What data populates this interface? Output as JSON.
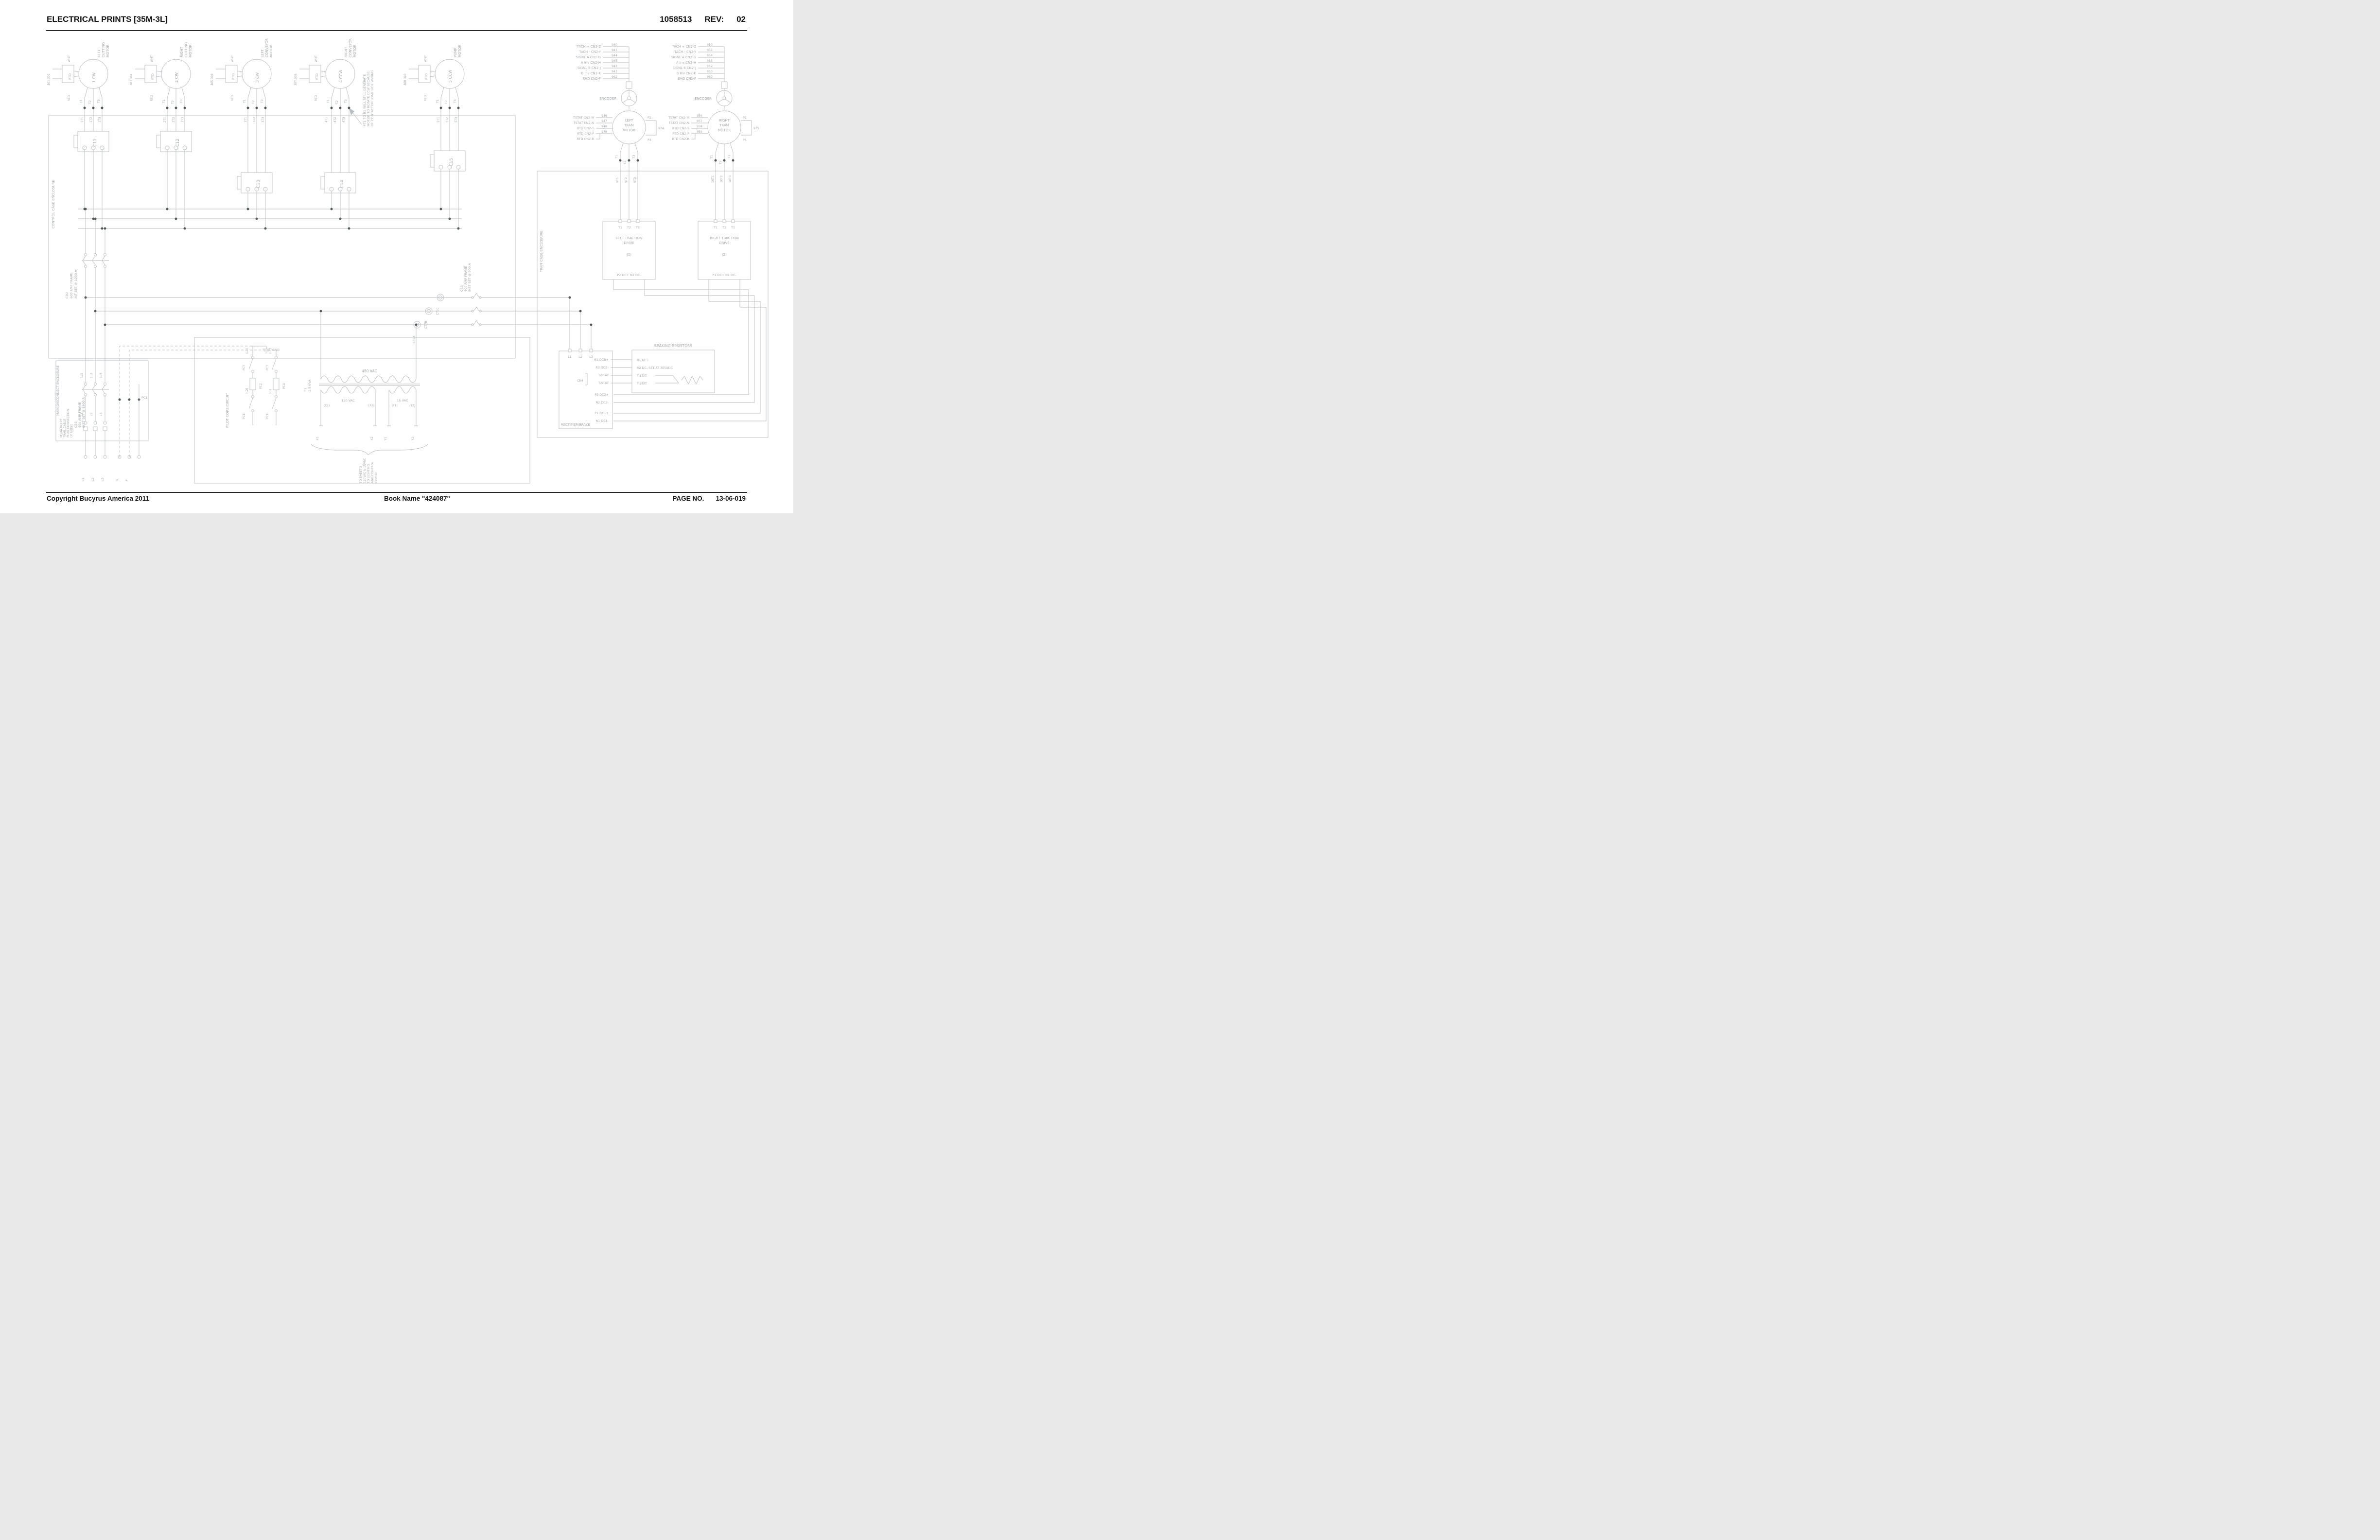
{
  "palette": {
    "line": "#b9bec2",
    "text": "#a6acb0",
    "ink": "#111111",
    "junction_dot": "#53585b",
    "paper": "#ffffff"
  },
  "header": {
    "title": "ELECTRICAL PRINTS [35M-3L]",
    "doc_number": "1058513",
    "rev_label": "REV:",
    "rev_value": "02"
  },
  "footer": {
    "copyright": "Copyright Bucyrus America 2011",
    "book_name": "Book Name \"424087\"",
    "page_label": "PAGE NO.",
    "page_number": "13-06-019"
  },
  "enclosures": {
    "control_case": "CONTROL CASE ENCLOSURE",
    "main_disconnect": "MAIN DISCONNECT ENCLOSURE",
    "tram_case": "TRAM CASE ENCLOSURE"
  },
  "motors": [
    {
      "name": [
        "LEFT",
        "CUTTING",
        "MOTOR"
      ],
      "rotation": "1 CW",
      "rtd": "RTD",
      "rtd_wires": "301 302",
      "white": "WHT",
      "red": "RED",
      "t1": "T1",
      "t2": "T2",
      "t3": "T3",
      "w1": "1T1",
      "w2": "1T2",
      "w3": "1T3"
    },
    {
      "name": [
        "RIGHT",
        "CUTTING",
        "MOTOR"
      ],
      "rotation": "2 CW",
      "rtd": "RTD",
      "rtd_wires": "303 304",
      "white": "WHT",
      "red": "RED",
      "t1": "T1",
      "t2": "T2",
      "t3": "T3",
      "w1": "2T1",
      "w2": "2T2",
      "w3": "2T3"
    },
    {
      "name": [
        "LEFT",
        "CONVEYOR",
        "MOTOR"
      ],
      "rotation": "3 CW",
      "rtd": "RTD",
      "rtd_wires": "305 306",
      "white": "WHT",
      "red": "RED",
      "t1": "T1",
      "t2": "T2",
      "t3": "T3",
      "w1": "3T1",
      "w2": "3T2",
      "w3": "3T3"
    },
    {
      "name": [
        "RIGHT",
        "CONVEYOR",
        "MOTOR"
      ],
      "rotation": "4 CCW",
      "rtd": "RTD",
      "rtd_wires": "307 308",
      "white": "WHT",
      "red": "RED",
      "t1": "T1",
      "t2": "T2",
      "t3": "T3",
      "w1": "4T1",
      "w2": "4T2",
      "w3": "4T3"
    },
    {
      "name": [
        "PUMP",
        "MOTOR"
      ],
      "rotation": "5 CCW",
      "rtd": "RTD",
      "rtd_wires": "309 310",
      "white": "WHT",
      "red": "RED",
      "t1": "T1",
      "t2": "T2",
      "t3": "T3",
      "w1": "5T1",
      "w2": "5T2",
      "w3": "5T3"
    }
  ],
  "contactors": {
    "c11": "C11",
    "c12": "C12",
    "c13": "C13",
    "c14": "C14",
    "c15": "C15"
  },
  "breakers": {
    "cb1": [
      "CB1",
      "900 AMP FRAME",
      "INST SET @ 1800 A"
    ],
    "cb2": [
      "CB2",
      "600 AMP FRAME",
      "INT SET @ 1200 A"
    ],
    "cb3": [
      "CB3",
      "400 AMP FRAME",
      "INST SET @ 800 A"
    ]
  },
  "cts": {
    "a": "CT7A",
    "b": "CT7B",
    "c": "CTLC"
  },
  "note_motor4": [
    "4T1 TO B1 WILL STILL GENERATE",
    "MOTOR TO ROTATE CCW BECAUSE",
    "OF CONTACTOR LOAD SIDE WIRING"
  ],
  "main_disconnect": {
    "top_wires": [
      "1L1",
      "1L2",
      "1L3"
    ],
    "mid_wires": [
      "L1",
      "L2",
      "L3"
    ],
    "bottom": [
      "L1",
      "L2",
      "L3",
      "G",
      "P"
    ],
    "pc1": "PC1",
    "note": [
      "MSHA RECPT",
      "TRAIL CABLE",
      "PLUG CONNECTION",
      "(IF USED)"
    ]
  },
  "pilot": {
    "label": "PILOT CORE CIRCUIT",
    "pct": "PCT",
    "pc2": "PC2",
    "pc3": "PC3",
    "t_g": "(G)",
    "t_l1": "(L1)",
    "t_l2": "(L2)",
    "t_l3": "(L3)",
    "gnd": "GND"
  },
  "transformer": {
    "id": [
      "T1",
      "1.5 KVA"
    ],
    "primary": "480 VAC",
    "sec1": "120 VAC",
    "sec2": "15 VAC",
    "x1p": "(X1)",
    "x2p": "(X2)",
    "y1p": "(Y1)",
    "y2p": "(Y2)",
    "x1": "X1",
    "x2": "X2",
    "y1": "Y1",
    "y2": "Y2",
    "note": [
      "TO SHEET 2",
      "120VAC & 15VAC",
      "TO LIGHTING",
      "AND CONTROL",
      "CIRCUIT"
    ]
  },
  "tram": {
    "encoder": "ENCODER",
    "signal_rows": [
      "TACH +  CN2-Z",
      "TACH -  CN2-Y",
      "SIGNL A  CN2-G",
      "A Inv  CN2-H",
      "SIGNL B  CN2-J",
      "B Inv  CN2-K",
      "SHD  CN2-F"
    ],
    "left_signal_wires": [
      "940",
      "941",
      "944",
      "945",
      "942",
      "943",
      "962"
    ],
    "right_signal_wires": [
      "950",
      "951",
      "954",
      "955",
      "952",
      "953",
      "963"
    ],
    "tstat_rows": [
      "TSTAT  CN2-M",
      "TSTAT  CN2-N",
      "RTD  CN2-S",
      "RTD  CN2-P",
      "RTD  CN2-R"
    ],
    "left_tstat_wires": [
      "946",
      "947",
      "948",
      "949"
    ],
    "right_tstat_wires": [
      "956",
      "957",
      "958",
      "959"
    ],
    "left_motor": [
      "LEFT",
      "TRAM",
      "MOTOR"
    ],
    "right_motor": [
      "RIGHT",
      "TRAM",
      "MOTOR"
    ],
    "p2": "P2",
    "p3": "P3",
    "left_brake_wire": "974",
    "right_brake_wire": "975",
    "left_wires": [
      "9T1",
      "9T2",
      "9T3"
    ],
    "right_wires": [
      "10T1",
      "10T2",
      "10T3"
    ],
    "term_t1": "T1",
    "term_t2": "T2",
    "term_t3": "T3",
    "left_drive": {
      "title": [
        "LEFT TRACTION",
        "DRIVE"
      ],
      "number": "(1)",
      "terminals": "P2 DC+  N2 DC-"
    },
    "right_drive": {
      "title": [
        "RIGHT TRACTION",
        "DRIVE"
      ],
      "number": "(2)",
      "terminals": "P1 DC+  N1 DC-"
    }
  },
  "rectifier": {
    "l1": "L1",
    "l2": "L2",
    "l3": "L3",
    "rows": [
      "R1 DCB+",
      "R2 DCB-",
      "T-STAT",
      "T-STAT",
      "P2 DC2+",
      "N2 DC2-",
      "P1 DC1+",
      "N1 DC1-"
    ],
    "cn4": "CN4",
    "label": "RECTIFIER/BRAKE"
  },
  "braking": {
    "title": "BRAKING RESISTORS",
    "rows": [
      "R1 DC+",
      "R2 DC- SET AT 305VDC",
      "T-STAT",
      "T-STAT"
    ]
  }
}
